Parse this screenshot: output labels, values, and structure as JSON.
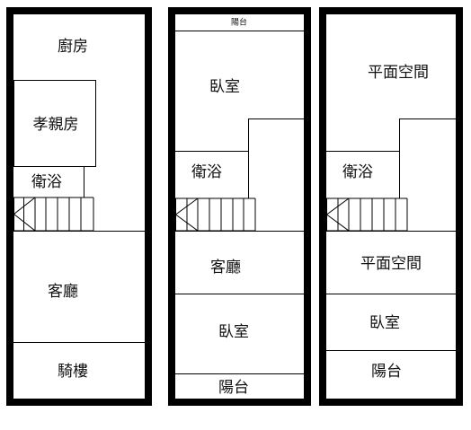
{
  "floors": [
    {
      "id": "floor-1",
      "rooms": {
        "kitchen": "廚房",
        "parents_room": "孝親房",
        "bathroom": "衛浴",
        "living_room": "客廳",
        "arcade": "騎樓"
      }
    },
    {
      "id": "floor-2",
      "rooms": {
        "top_balcony": "陽台",
        "bedroom_top": "臥室",
        "bathroom": "衛浴",
        "living_room": "客廳",
        "bedroom_bottom": "臥室",
        "bottom_balcony": "陽台"
      }
    },
    {
      "id": "floor-3",
      "rooms": {
        "open_space_top": "平面空間",
        "bathroom": "衛浴",
        "open_space_middle": "平面空間",
        "bedroom": "臥室",
        "balcony": "陽台"
      }
    }
  ]
}
